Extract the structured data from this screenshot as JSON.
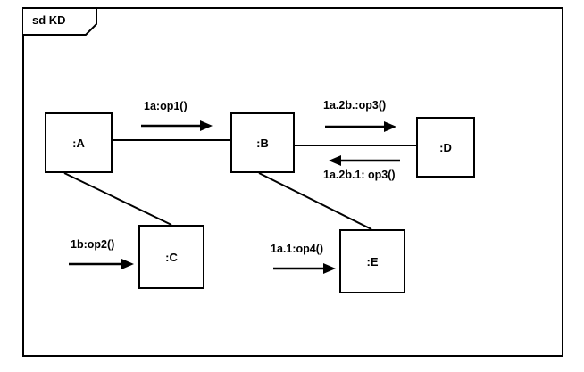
{
  "frame": {
    "label": "sd KD",
    "type": "uml-communication-diagram"
  },
  "nodes": {
    "a": ":A",
    "b": ":B",
    "c": ":C",
    "d": ":D",
    "e": ":E"
  },
  "links": [
    {
      "from": ":A",
      "to": ":B"
    },
    {
      "from": ":B",
      "to": ":D"
    },
    {
      "from": ":A",
      "to": ":C"
    },
    {
      "from": ":B",
      "to": ":E"
    }
  ],
  "messages": {
    "m1": {
      "label": "1a:op1()",
      "from": ":A",
      "to": ":B",
      "direction": "right"
    },
    "m2": {
      "label": "1a.2b.:op3()",
      "from": ":B",
      "to": ":D",
      "direction": "right"
    },
    "m3": {
      "label": "1a.2b.1: op3()",
      "from": ":D",
      "to": ":B",
      "direction": "left"
    },
    "m4": {
      "label": "1b:op2()",
      "from": ":A",
      "to": ":C",
      "direction": "right"
    },
    "m5": {
      "label": "1a.1:op4()",
      "from": ":B",
      "to": ":E",
      "direction": "right"
    }
  },
  "colors": {
    "stroke": "#000000",
    "background": "#ffffff"
  }
}
